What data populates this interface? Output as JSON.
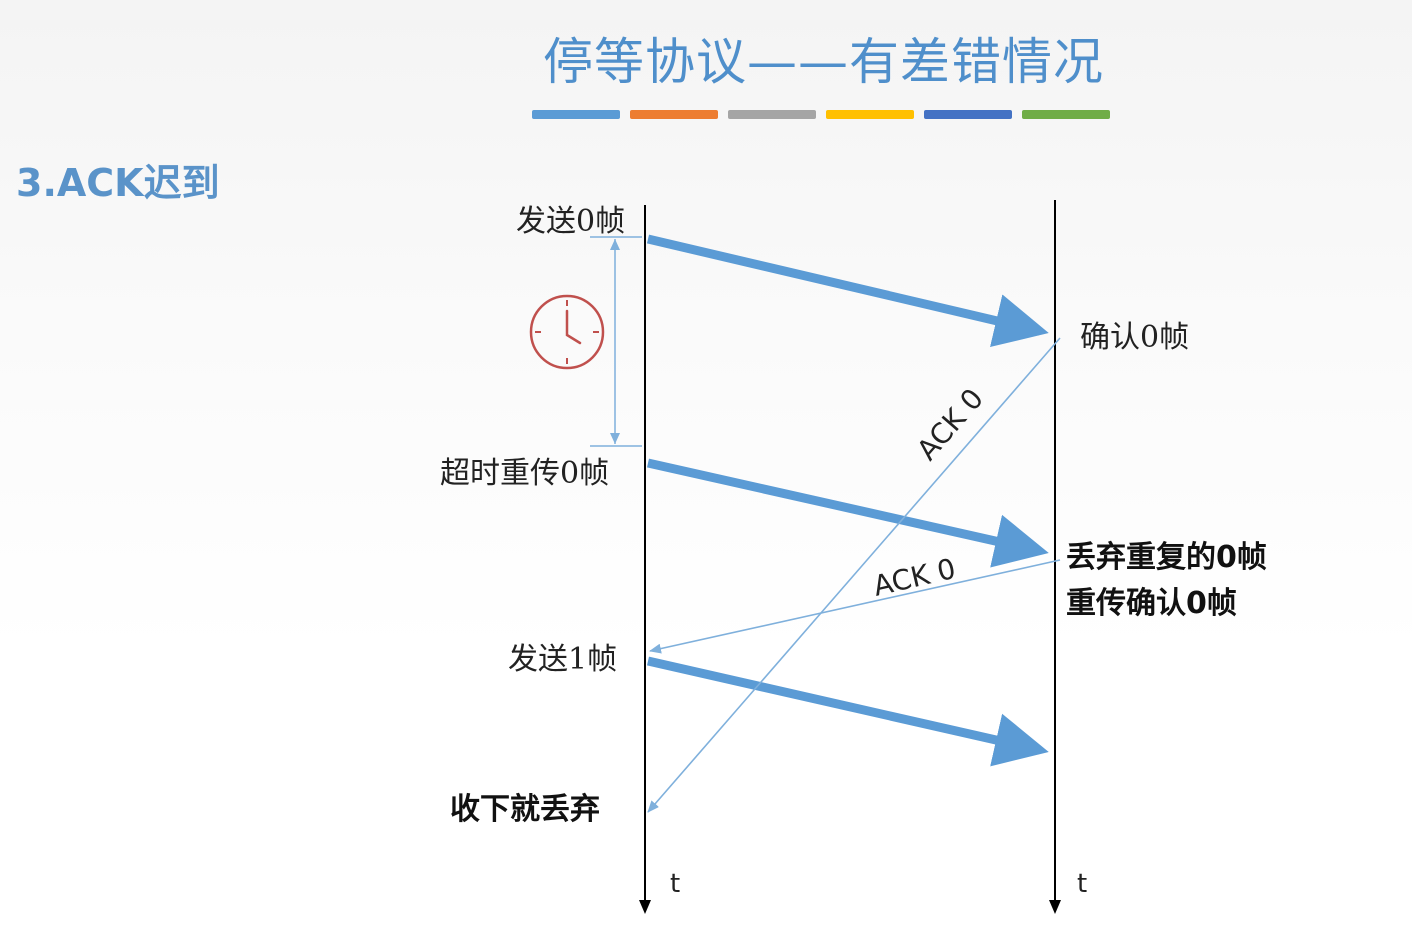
{
  "title": "停等协议——有差错情况",
  "title_bar_colors": [
    "#5b9bd5",
    "#ed7d31",
    "#a5a5a5",
    "#ffc000",
    "#4472c4",
    "#70ad47"
  ],
  "section": "3.ACK迟到",
  "sender": {
    "send_frame0": "发送0帧",
    "retransmit_frame0": "超时重传0帧",
    "send_frame1": "发送1帧",
    "receive_discard": "收下就丢弃",
    "time_label": "t"
  },
  "receiver": {
    "ack_frame0": "确认0帧",
    "discard_duplicate": "丢弃重复的0帧",
    "reack_frame0": "重传确认0帧",
    "time_label": "t"
  },
  "acks": [
    "ACK 0",
    "ACK 0"
  ],
  "colors": {
    "frame_arrow": "#5b9bd5",
    "ack_arrow": "#7fb0dc",
    "timer": "#c0504d",
    "title": "#4f8fcb"
  },
  "icons": [
    "clock-icon"
  ]
}
